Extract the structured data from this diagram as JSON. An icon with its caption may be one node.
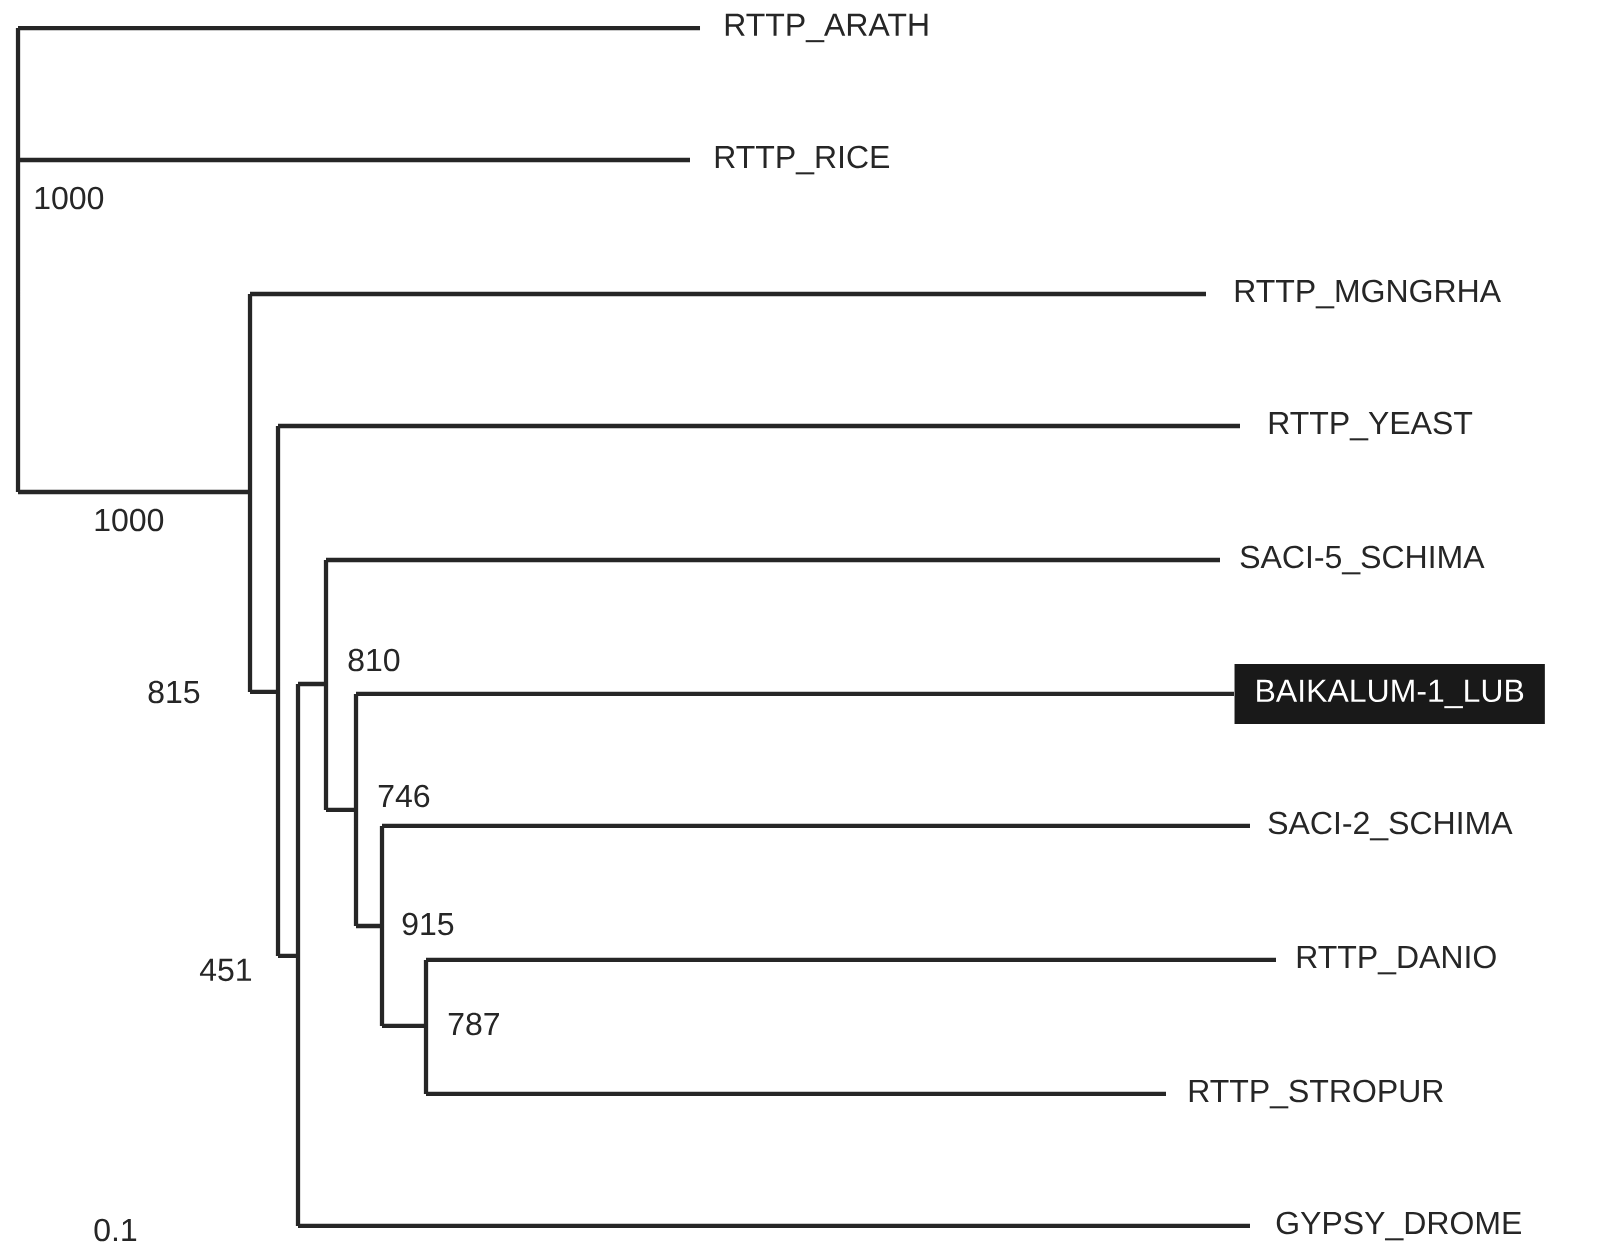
{
  "diagram": {
    "nodes": [
      {
        "text": [
          "RTTP_ARATH"
        ]
      },
      {
        "text": [
          "RTTP_RICE"
        ]
      },
      {
        "text": [
          "RTTP_MGNGRHA"
        ]
      },
      {
        "text": [
          "RTTP_YEAST"
        ]
      },
      {
        "text": [
          "SACI-5_SCHIMA"
        ]
      },
      {
        "text": [
          "BAIKALUM-1_LUB"
        ]
      },
      {
        "text": [
          "SACI-2_SCHIMA"
        ]
      },
      {
        "text": [
          "RTTP_DANIO"
        ]
      },
      {
        "text": [
          "RTTP_STROPUR"
        ]
      },
      {
        "text": [
          "GYPSY_DROME"
        ]
      }
    ],
    "labels": [
      "1000",
      "1000",
      "810",
      "815",
      "746",
      "915",
      "451",
      "787",
      "0.1"
    ]
  }
}
